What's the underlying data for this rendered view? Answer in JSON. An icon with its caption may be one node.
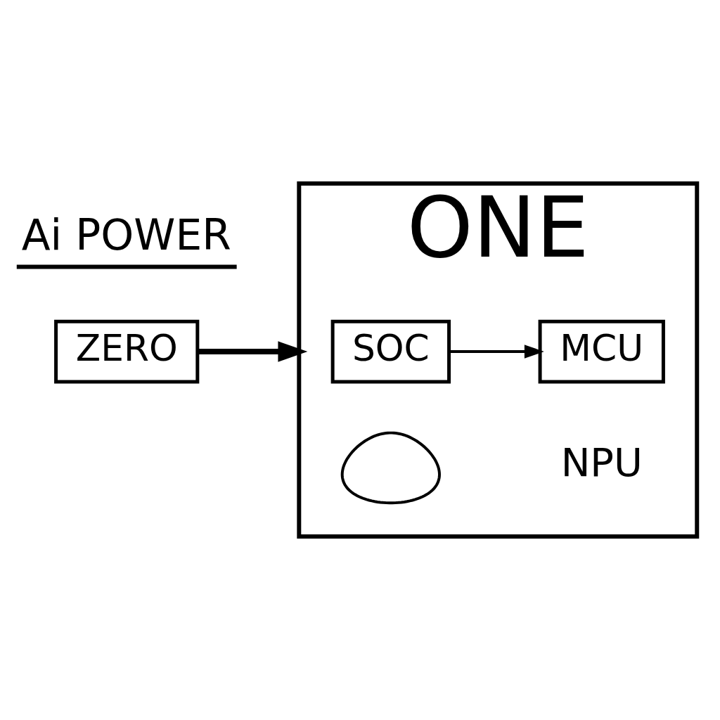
{
  "diagram": {
    "nodes": [
      {
        "text": [
          "ZERO"
        ]
      },
      {
        "text": [
          "ONE"
        ]
      },
      {
        "text": [
          "SOC"
        ],
        "in": 1
      },
      {
        "text": [
          "MCU"
        ],
        "in": 1
      },
      {
        "text": [],
        "shape": "picture",
        "in": 1
      },
      {
        "text": [
          "NPU"
        ],
        "in": 1
      }
    ],
    "edges": [
      {
        "from": 0,
        "to": 1,
        "arrow": "to",
        "style": "thick"
      },
      {
        "from": 2,
        "to": 3,
        "arrow": "to"
      }
    ],
    "labels": [
      "Ai POWER"
    ]
  }
}
